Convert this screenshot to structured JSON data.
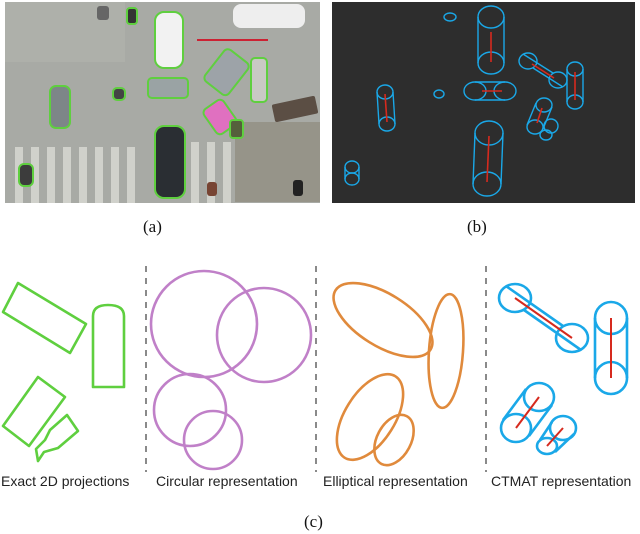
{
  "captions": {
    "a": "(a)",
    "b": "(b)",
    "c": "(c)"
  },
  "panels": [
    {
      "label": "Exact 2D projections"
    },
    {
      "label": "Circular representation"
    },
    {
      "label": "Elliptical representation"
    },
    {
      "label": "CTMAT representation"
    }
  ],
  "colors": {
    "green": "#5fcf3f",
    "purple": "#c080c8",
    "orange": "#e08a3c",
    "blue": "#1aa8e8",
    "red": "#d62a1e",
    "divider": "#8a8a8a",
    "dark_bg": "#2d2d2d"
  }
}
